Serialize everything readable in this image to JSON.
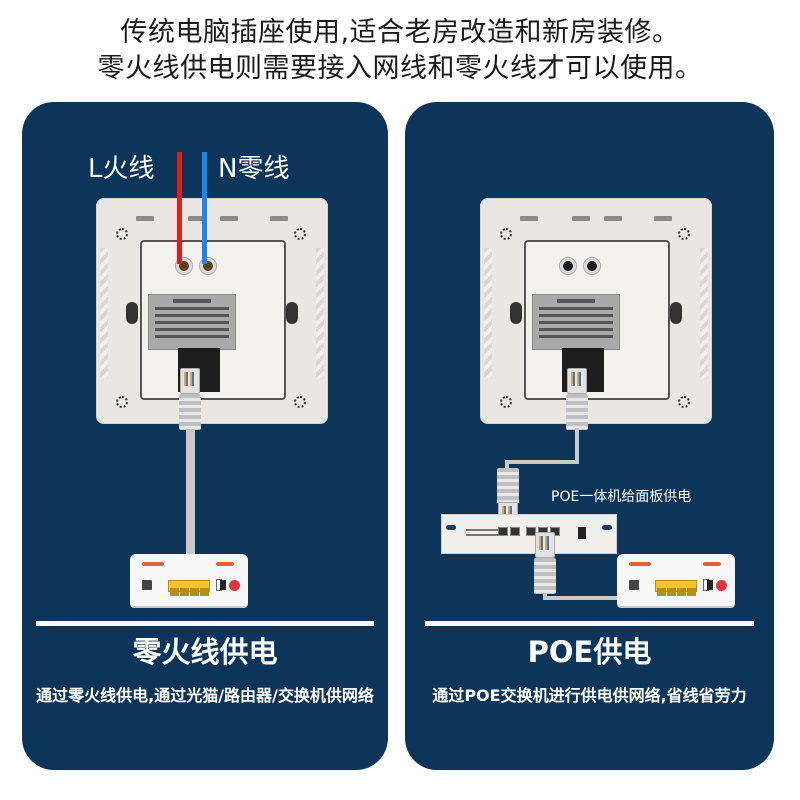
{
  "header": {
    "line1": "传统电脑插座使用,适合老房改造和新房装修。",
    "line2": "零火线供电则需要接入网线和零火线才可以使用。"
  },
  "left_panel": {
    "live_wire_label": "L火线",
    "neutral_wire_label": "N零线",
    "title": "零火线供电",
    "description": "通过零火线供电,通过光猫/路由器/交换机供网络",
    "wire_colors": {
      "live": "#e31b1b",
      "neutral": "#1e84e6"
    }
  },
  "right_panel": {
    "poe_caption": "POE一体机给面板供电",
    "title": "POE供电",
    "description": "通过POE交换机进行供电供网络,省线省劳力"
  },
  "colors": {
    "panel_bg": "#0d3559",
    "text_on_panel": "#ffffff",
    "divider": "#ffffff"
  },
  "icons": {
    "wall_plate": "wall-router-panel-icon",
    "ont_router": "optical-modem-icon",
    "poe_switch": "poe-switch-icon",
    "ethernet_plug": "rj45-plug-icon"
  }
}
